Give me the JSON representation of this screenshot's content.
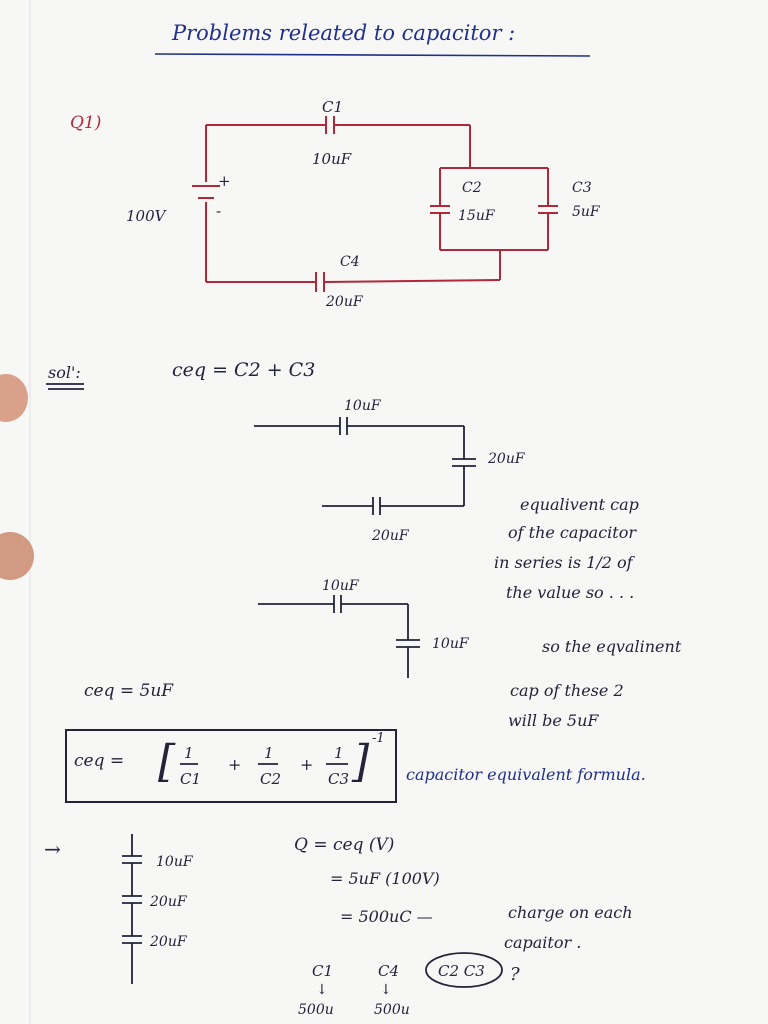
{
  "title": "Problems releated to capacitor :",
  "question_label": "Q1)",
  "circuit": {
    "c1": "C1",
    "c1_val": "10uF",
    "c2": "C2",
    "c2_val": "15uF",
    "c3": "C3",
    "c3_val": "5uF",
    "c4": "C4",
    "c4_val": "20uF",
    "source": "100V",
    "plus": "+",
    "minus": "-"
  },
  "solution_label": "sol':",
  "step1": "ceq = C2 + C3",
  "fig2": {
    "top": "10uF",
    "right": "20uF",
    "bottom": "20uF"
  },
  "note1": [
    "equalivent cap",
    "of the capacitor",
    "in series is 1/2 of",
    "the value so . . ."
  ],
  "fig3": {
    "top": "10uF",
    "right": "10uF"
  },
  "note2": [
    "so the eqvalinent",
    "cap of these 2",
    "will be 5uF"
  ],
  "ceq_result": "ceq = 5uF",
  "formula": {
    "lhs": "ceq =",
    "n1": "1",
    "d1": "C1",
    "plus1": "+",
    "n2": "1",
    "d2": "C2",
    "plus2": "+",
    "n3": "1",
    "d3": "C3",
    "exp": "-1"
  },
  "formula_caption": "capacitor equivalent formula.",
  "arrow": "→",
  "stack": [
    "10uF",
    "20uF",
    "20uF"
  ],
  "q_lines": [
    "Q = ceq (V)",
    "= 5uF (100V)",
    "= 500uC —"
  ],
  "charge_note": [
    "charge on each",
    "capaitor ."
  ],
  "bottom": {
    "c1": "C1",
    "c4": "C4",
    "circled": "C2 C3",
    "question": "?",
    "v1": "500u",
    "v2": "500u",
    "down": "↓"
  }
}
